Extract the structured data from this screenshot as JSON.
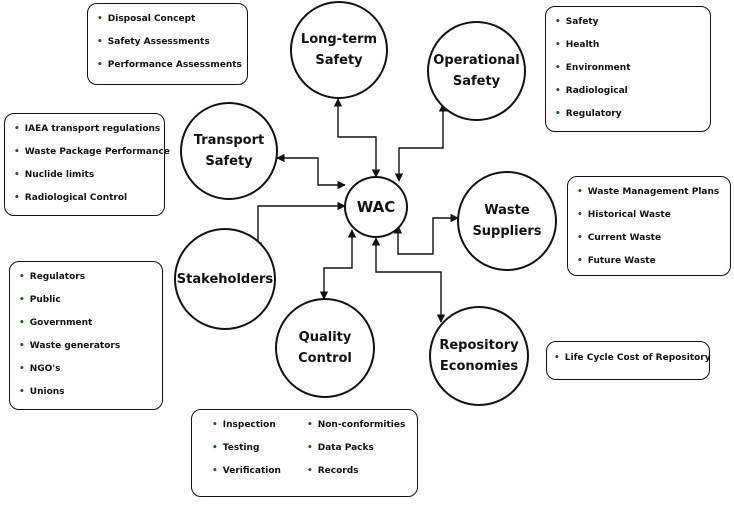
{
  "center": "WAC",
  "nodes": {
    "long_term_safety": "Long-term\nSafety",
    "operational_safety": "Operational\nSafety",
    "transport_safety": "Transport\nSafety",
    "waste_suppliers": "Waste\nSuppliers",
    "stakeholders": "Stakeholders",
    "quality_control": "Quality\nControl",
    "repository_economies": "Repository\nEconomies"
  },
  "boxes": {
    "long_term_safety": [
      "Disposal Concept",
      "Safety  Assessments",
      "Performance Assessments"
    ],
    "operational_safety": [
      "Safety",
      "Health",
      "Environment",
      "Radiological",
      "Regulatory"
    ],
    "transport_safety": [
      "IAEA transport regulations",
      "Waste Package Performance",
      "Nuclide limits",
      "Radiological Control"
    ],
    "waste_suppliers": [
      "Waste Management Plans",
      "Historical Waste",
      "Current Waste",
      "Future Waste"
    ],
    "stakeholders": [
      "Regulators",
      "Public",
      "Government",
      "Waste generators",
      "NGO's",
      "Unions"
    ],
    "quality_control_left": [
      "Inspection",
      "Testing",
      "Verification"
    ],
    "quality_control_right": [
      "Non-conformities",
      "Data Packs",
      "Records"
    ],
    "repository_economies": [
      "Life Cycle Cost of Repository"
    ]
  },
  "bullet": "•",
  "colors": {
    "stroke": "#111111",
    "bullet_box": "#1f5c1f",
    "background": "#ffffff"
  }
}
